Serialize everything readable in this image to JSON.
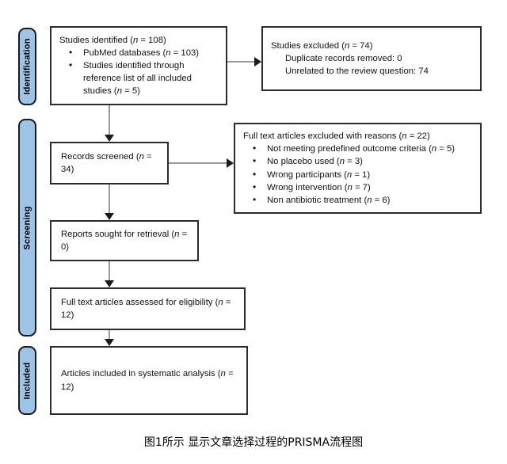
{
  "figure": {
    "caption": "图1所示  显示文章选择过程的PRISMA流程图",
    "accent_color": "#9DC3E6",
    "border_color": "#2b2b2b",
    "connector_color": "#9a9a9a"
  },
  "phases": [
    {
      "label": "Identification"
    },
    {
      "label": "Screening"
    },
    {
      "label": "Included"
    }
  ],
  "boxes": {
    "identified": {
      "heading": "Studies identified (",
      "heading_n": "n",
      "heading_value": " = 108)",
      "bullets": [
        {
          "text": "PubMed databases (",
          "n": "n",
          "value": " = 103)"
        },
        {
          "text": "Studies identified through reference list of all included studies (",
          "n": "n",
          "value": " = 5)"
        }
      ]
    },
    "excluded_initial": {
      "heading": "Studies excluded (",
      "heading_n": "n",
      "heading_value": " = 74)",
      "lines": [
        "Duplicate records removed: 0",
        "Unrelated to the review question: 74"
      ]
    },
    "records_screened": {
      "text": "Records screened (",
      "n": "n",
      "value": " = 34)"
    },
    "full_text_excluded": {
      "heading": "Full text articles excluded with reasons (",
      "heading_n": "n",
      "heading_value": " = 22)",
      "bullets": [
        {
          "text": "Not meeting predefined outcome criteria (",
          "n": "n",
          "value": " = 5)"
        },
        {
          "text": "No placebo used (",
          "n": "n",
          "value": " = 3)"
        },
        {
          "text": "Wrong participants (",
          "n": "n",
          "value": " = 1)"
        },
        {
          "text": "Wrong intervention (",
          "n": "n",
          "value": " = 7)"
        },
        {
          "text": "Non antibiotic treatment (",
          "n": "n",
          "value": " = 6)"
        }
      ]
    },
    "reports_sought": {
      "text": "Reports sought for retrieval (",
      "n": "n",
      "value": " = 0)"
    },
    "full_text_assessed": {
      "text": "Full text articles assessed for eligibility (",
      "n": "n",
      "value": " = 12)"
    },
    "articles_included": {
      "text": "Articles included in systematic analysis (",
      "n": "n",
      "value": " = 12)"
    }
  }
}
